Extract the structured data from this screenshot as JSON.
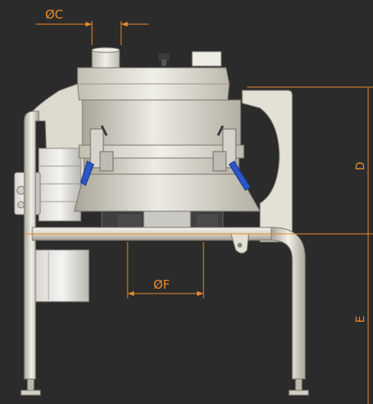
{
  "labels": {
    "dim_c": "ØC",
    "dim_f": "ØF",
    "dim_d": "D",
    "dim_e": "E"
  },
  "colors": {
    "background": "#2b2b2b",
    "dimension": "#e58a2b",
    "body_light": "#e4e1d6",
    "body_mid": "#c9c5b8",
    "body_dark": "#9a968a",
    "clamp_blue": "#2a56c6",
    "outline": "#6f6b62"
  }
}
